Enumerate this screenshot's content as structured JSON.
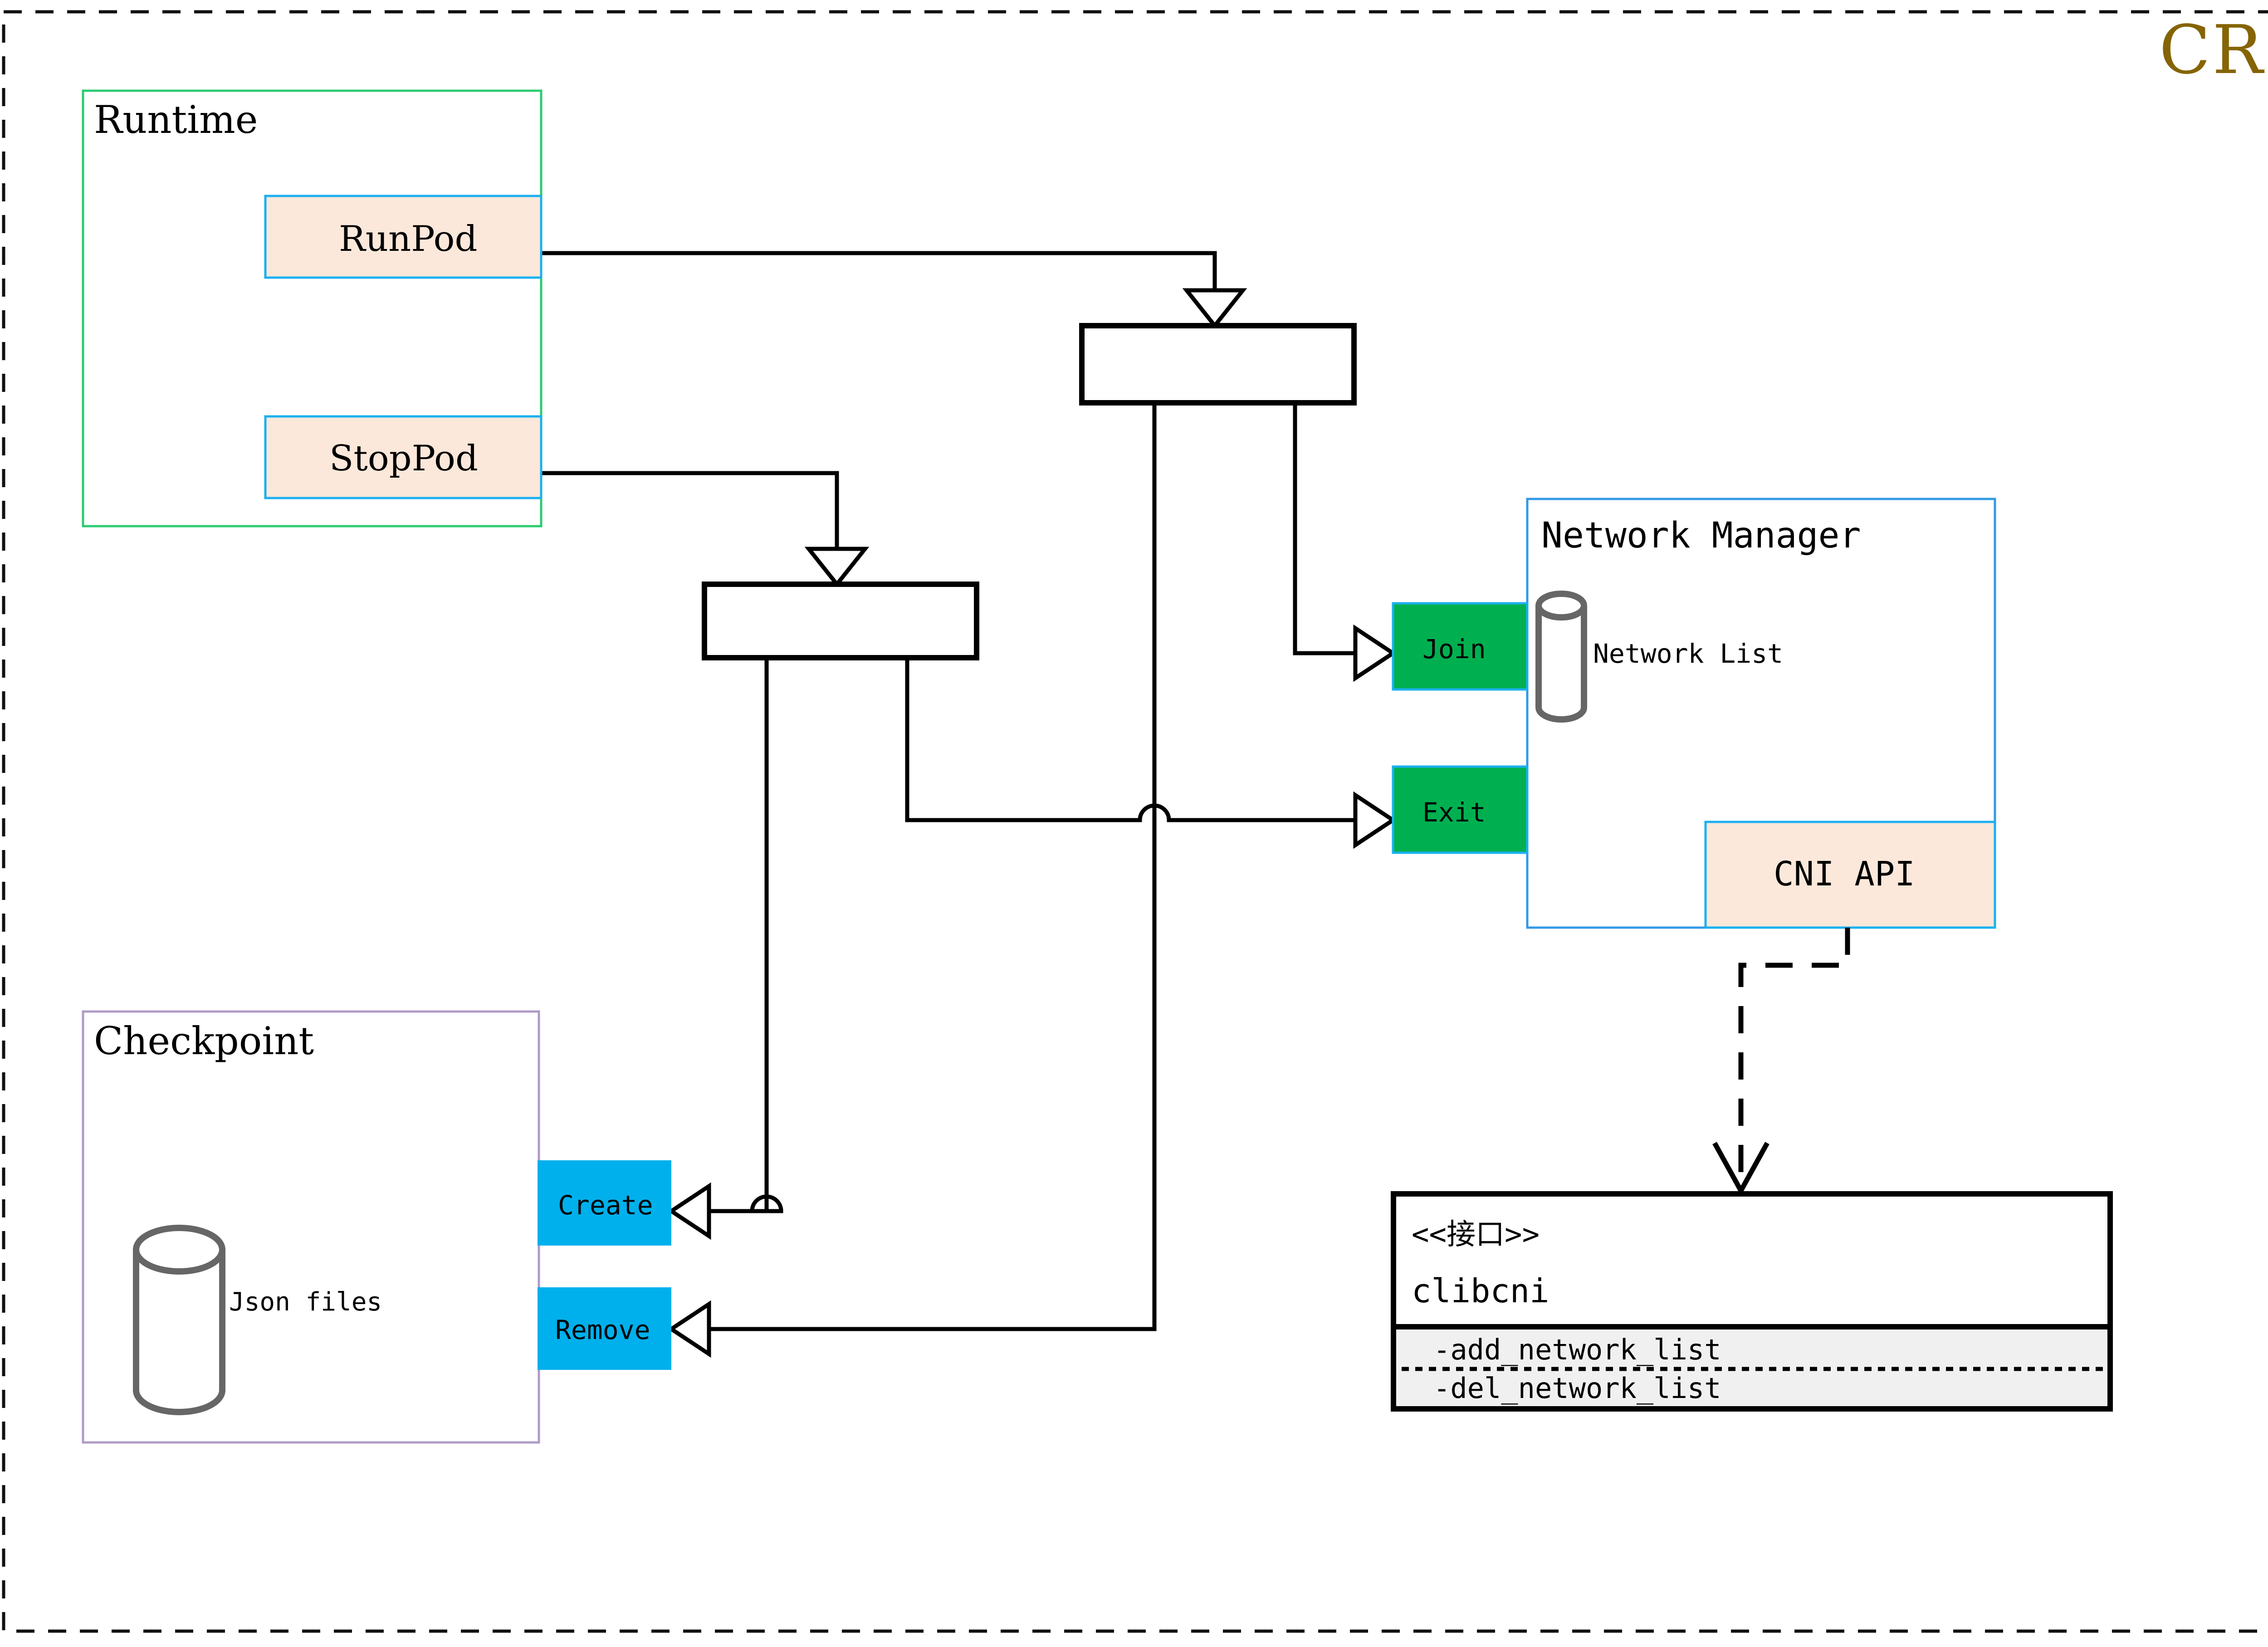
{
  "diagram": {
    "title": "CRI",
    "title_color": "#856404",
    "outer_border_style": "dashed"
  },
  "groups": {
    "runtime": {
      "label": "Runtime",
      "border_color": "#2ecc71"
    },
    "checkpoint": {
      "label": "Checkpoint",
      "border_color": "#b09ac7",
      "store": {
        "label": "Json files",
        "shape": "cylinder",
        "color": "#666666"
      }
    },
    "network_manager": {
      "label": "Network Manager",
      "border_color": "#3399e6",
      "store": {
        "label": "Network List",
        "shape": "cylinder",
        "color": "#666666"
      }
    }
  },
  "nodes": {
    "run_pod": {
      "label": "RunPod",
      "fill": "#fce8da",
      "border": "#1ab0f0"
    },
    "stop_pod": {
      "label": "StopPod",
      "fill": "#fce8da",
      "border": "#1ab0f0"
    },
    "join": {
      "label": "Join",
      "fill": "#00b050",
      "border": "#1ab0f0"
    },
    "exit": {
      "label": "Exit",
      "fill": "#00b050",
      "border": "#1ab0f0"
    },
    "cni_api": {
      "label": "CNI API",
      "fill": "#fce8da",
      "border": "#1ab0f0"
    },
    "create": {
      "label": "Create",
      "fill": "#00b0ec",
      "border": "none"
    },
    "remove": {
      "label": "Remove",
      "fill": "#00b0ec",
      "border": "none"
    },
    "fork_top": {
      "label": "",
      "kind": "fork-bar"
    },
    "fork_bottom": {
      "label": "",
      "kind": "fork-bar"
    }
  },
  "interface_box": {
    "stereotype": "<<接口>>",
    "name": "clibcni",
    "compartment_fill": "#f0f0f0",
    "methods": [
      "-add_network_list",
      "-del_network_list"
    ]
  },
  "icons": {
    "cylinder_network_list": "database-cylinder-icon",
    "cylinder_json_files": "database-cylinder-icon",
    "arrow_open_triangle": "open-triangle-arrowhead-icon",
    "arrow_open_v": "open-v-arrowhead-icon",
    "line_hop": "line-hop-icon"
  }
}
